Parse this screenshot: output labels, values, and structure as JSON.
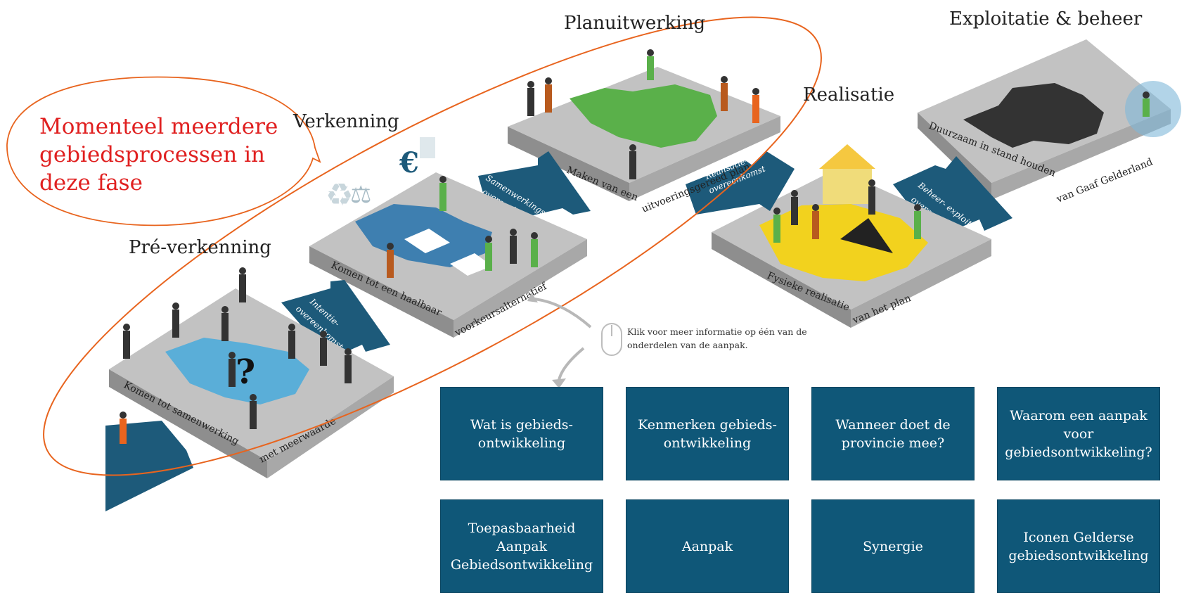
{
  "phases": [
    {
      "title": "Pré-verkenning",
      "platform_caption": "Komen tot samenwerking met meerwaarde",
      "agreement": "Intentie-overeenkomst"
    },
    {
      "title": "Verkenning",
      "platform_caption": "Komen tot een haalbaar voorkeursalternatief",
      "agreement": "Samenwerkings-overeenkomst"
    },
    {
      "title": "Planuitwerking",
      "platform_caption": "Maken van een uitvoeringsgereed plan",
      "agreement": "Realisatie-overeenkomst"
    },
    {
      "title": "Realisatie",
      "platform_caption": "Fysieke realisatie van het plan",
      "agreement": "Beheer- exploitatie overeenkomst"
    },
    {
      "title": "Exploitatie & beheer",
      "platform_caption": "Duurzaam in stand houden van Gaaf Gelderland"
    }
  ],
  "annotation": {
    "text": "Momenteel meerdere gebiedsprocessen in deze fase",
    "color": "#e02020",
    "outline_color": "#e8641e"
  },
  "hint": {
    "text": "Klik voor meer informatie op één van de onderdelen van de aanpak."
  },
  "tiles": [
    "Wat is gebieds- ontwikkeling",
    "Kenmerken gebieds- ontwikkeling",
    "Wanneer doet de provincie mee?",
    "Waarom een aanpak voor gebiedsontwikkeling?",
    "Toepasbaarheid Aanpak Gebiedsontwikkeling",
    "Aanpak",
    "Synergie",
    "Iconen Gelderse gebiedsontwikkeling"
  ],
  "colors": {
    "tile": "#0f5778",
    "arrow": "#1d5a7a",
    "platform_top": "#c2c2c2",
    "map_blue": "#5aaed8",
    "map_green": "#5ab04a",
    "map_yellow": "#f2d21e",
    "map_dark": "#333333"
  },
  "icons": [
    "mouse-icon",
    "recycle-icon",
    "scales-icon",
    "euro-icon",
    "document-icon",
    "house-icon",
    "warning-sign-icon"
  ]
}
